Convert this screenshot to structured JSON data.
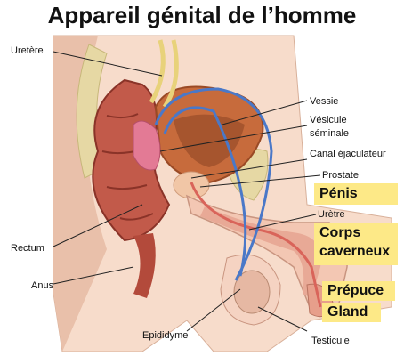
{
  "title": "Appareil génital de l’homme",
  "labels": {
    "uretere": "Uretère",
    "vessie": "Vessie",
    "vesicule_1": "Vésicule",
    "vesicule_2": "séminale",
    "canal": "Canal éjaculateur",
    "prostate": "Prostate",
    "uretre": "Urètre",
    "rectum": "Rectum",
    "anus": "Anus",
    "epididyme": "Epididyme",
    "testicule": "Testicule"
  },
  "highlighted": {
    "penis": "Pénis",
    "corps_1": "Corps",
    "corps_2": "caverneux",
    "prepuce": "Prépuce",
    "gland": "Gland"
  },
  "colors": {
    "highlight": "#fde987",
    "vein": "#4a78c8",
    "ureter": "#e8d27a",
    "skin": "#f6d5c2",
    "muscle": "#b24a3c"
  }
}
